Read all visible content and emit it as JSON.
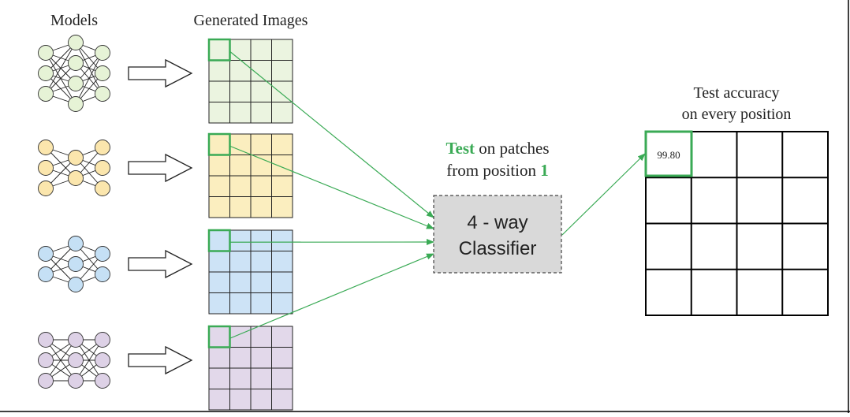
{
  "headers": {
    "models": "Models",
    "generated_images": "Generated Images"
  },
  "rows": [
    {
      "color_fill": "#e6f3d6",
      "color_stroke": "#8aa070",
      "image_fill": "#ebf4e0",
      "model_name": "green-model"
    },
    {
      "color_fill": "#fbe6ad",
      "color_stroke": "#b39a52",
      "image_fill": "#fbeebf",
      "model_name": "yellow-model"
    },
    {
      "color_fill": "#c5e0f5",
      "color_stroke": "#6a8fb0",
      "image_fill": "#cde3f6",
      "model_name": "blue-model"
    },
    {
      "color_fill": "#ddd1e6",
      "color_stroke": "#8c7a9c",
      "image_fill": "#e2d8ea",
      "model_name": "purple-model"
    }
  ],
  "test_label": {
    "word_test": "Test",
    "line1_rest": " on patches",
    "line2_prefix": "from position ",
    "position_number": "1"
  },
  "classifier": {
    "line1": "4 - way",
    "line2": "Classifier"
  },
  "result": {
    "title_line1": "Test accuracy",
    "title_line2": "on every position",
    "first_cell_value": "99.80"
  },
  "colors": {
    "accent_green": "#3aaa55",
    "classifier_fill": "#d9d9d9",
    "grid_line": "#000000"
  }
}
